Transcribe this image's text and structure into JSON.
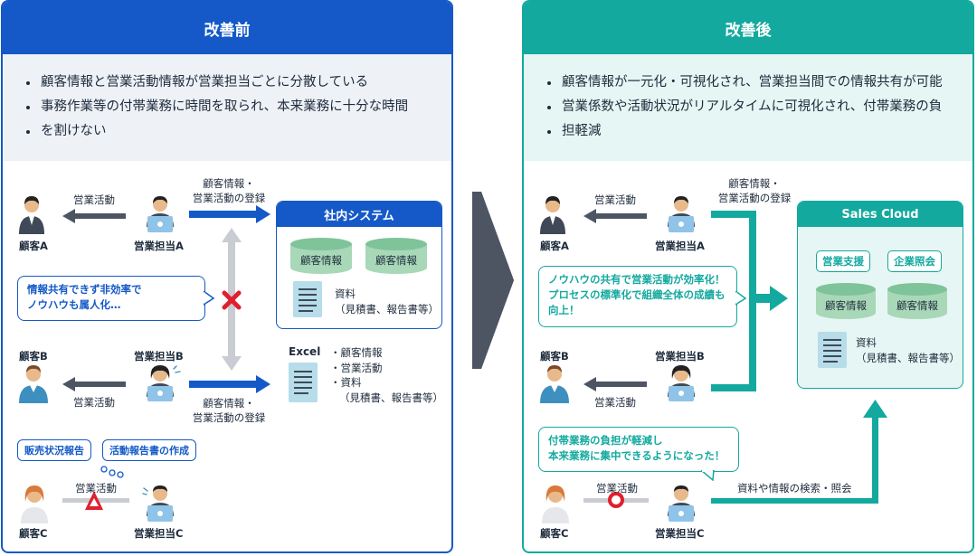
{
  "before": {
    "title": "改善前",
    "bullets": [
      "顧客情報と営業活動情報が営業担当ごとに分散している",
      "事務作業等の付帯業務に時間を取られ、本来業務に十分な時間",
      "を割けない"
    ],
    "customers": [
      "顧客A",
      "顧客B",
      "顧客C"
    ],
    "reps": [
      "営業担当A",
      "営業担当B",
      "営業担当C"
    ],
    "activity": "営業活動",
    "register": [
      "顧客情報・",
      "営業活動の登録"
    ],
    "system_title": "社内システム",
    "db_labels": [
      "顧客情報",
      "顧客情報"
    ],
    "doc_label": [
      "資料",
      "（見積書、報告書等）"
    ],
    "bubble": [
      "情報共有できず非効率で",
      "ノウハウも属人化…"
    ],
    "excel_label": "Excel",
    "excel_items": [
      "顧客情報",
      "営業活動",
      "資料",
      "（見積書、報告書等）"
    ],
    "tags": [
      "販売状況報告",
      "活動報告書の作成"
    ],
    "colors": {
      "accent": "#1459c7",
      "cross": "#e0202e"
    }
  },
  "after": {
    "title": "改善後",
    "bullets": [
      "顧客情報が一元化・可視化され、営業担当間での情報共有が可能",
      "営業係数や活動状況がリアルタイムに可視化され、付帯業務の負",
      "担軽減"
    ],
    "customers": [
      "顧客A",
      "顧客B",
      "顧客C"
    ],
    "reps": [
      "営業担当A",
      "営業担当B",
      "営業担当C"
    ],
    "activity": "営業活動",
    "register": [
      "顧客情報・",
      "営業活動の登録"
    ],
    "system_title": "Sales Cloud",
    "tags": [
      "営業支援",
      "企業照会"
    ],
    "db_labels": [
      "顧客情報",
      "顧客情報"
    ],
    "doc_label": [
      "資料",
      "（見積書、報告書等）"
    ],
    "bubble1": [
      "ノウハウの共有で営業活動が効率化！",
      "プロセスの標準化で組織全体の成績も",
      "向上！"
    ],
    "bubble2": [
      "付帯業務の負担が軽減し",
      "本来業務に集中できるようになった！"
    ],
    "search_label": "資料や情報の検索・照会",
    "colors": {
      "accent": "#13a99f",
      "mark": "#e0202e"
    }
  }
}
